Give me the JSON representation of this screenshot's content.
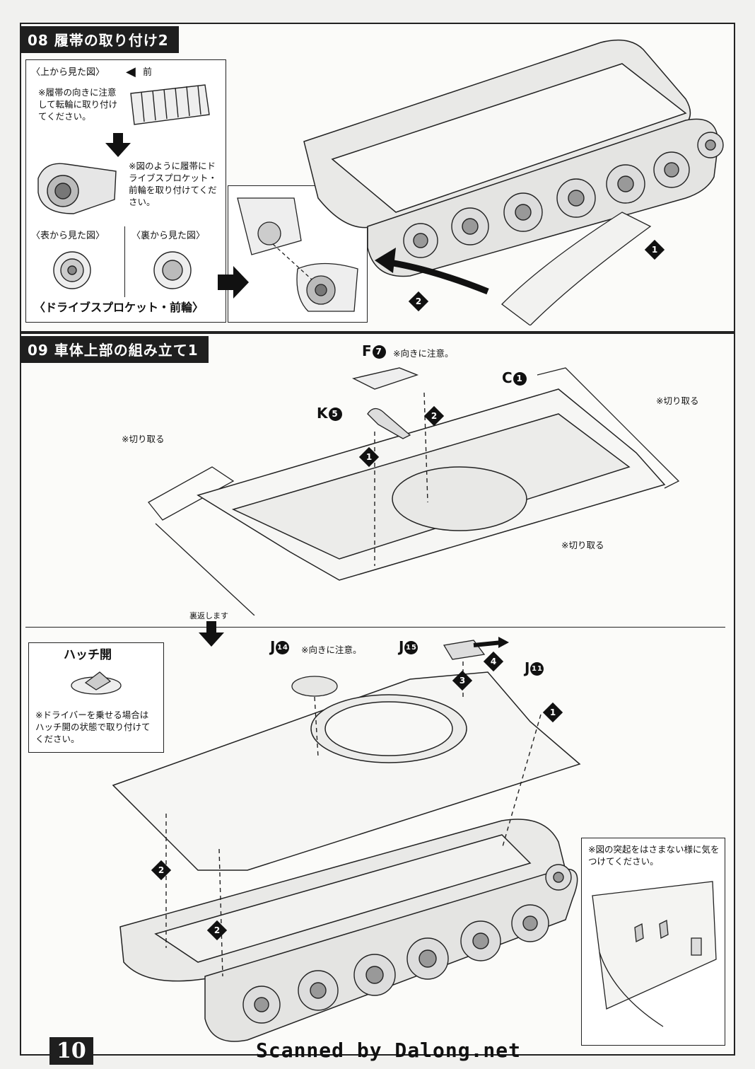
{
  "page_number": "10",
  "footer": {
    "credit": "Scanned by Dalong.net"
  },
  "step08": {
    "title": "08 履帯の取り付け2",
    "top_view_label": "〈上から見た図〉",
    "front_label": "前",
    "note_direction": "※履帯の向きに注意して転輪に取り付けてください。",
    "note_attach": "※図のように履帯にドライブスプロケット・前輪を取り付けてください。",
    "front_view_label": "〈表から見た図〉",
    "back_view_label": "〈裏から見た図〉",
    "sprocket_label": "〈ドライブスプロケット・前輪〉",
    "step_marks": [
      "1",
      "2"
    ]
  },
  "step09": {
    "title": "09 車体上部の組み立て1",
    "parts": [
      {
        "letter": "F",
        "num": "7",
        "note": "※向きに注意。"
      },
      {
        "letter": "C",
        "num": "1",
        "note": ""
      },
      {
        "letter": "K",
        "num": "5",
        "note": ""
      }
    ],
    "cut_label": "※切り取る",
    "step_marks": [
      "1",
      "2"
    ],
    "flip_label": "裏返します",
    "hatch_open_label": "ハッチ開",
    "hatch_note": "※ドライバーを乗せる場合はハッチ開の状態で取り付けてください。",
    "lower_parts": [
      {
        "letter": "J",
        "num": "14",
        "note": "※向きに注意。"
      },
      {
        "letter": "J",
        "num": "15",
        "note": ""
      },
      {
        "letter": "J",
        "num": "11",
        "note": ""
      }
    ],
    "lower_step_marks": [
      "1",
      "2",
      "2",
      "3",
      "4"
    ],
    "detail_note": "※図の突起をはさまない様に気をつけてください。"
  }
}
